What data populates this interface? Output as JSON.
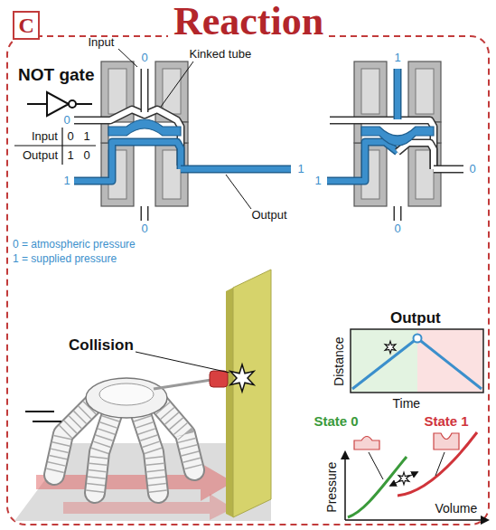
{
  "diagram": {
    "title": "Reaction",
    "nodes": [
      {
        "text": [
          "C"
        ]
      }
    ],
    "labels": [
      "NOT gate",
      "Input",
      "0",
      "1",
      "Output",
      "1",
      "0",
      "0 = atmospheric pressure",
      "1 = supplied pressure",
      "Input",
      "0",
      "Kinked tube",
      "0",
      "1",
      "1",
      "Output",
      "0",
      "1",
      "1",
      "0",
      "0",
      "Collision",
      "Output",
      "Distance",
      "Time",
      "State 0",
      "State 1",
      "Pressure",
      "Volume"
    ]
  }
}
